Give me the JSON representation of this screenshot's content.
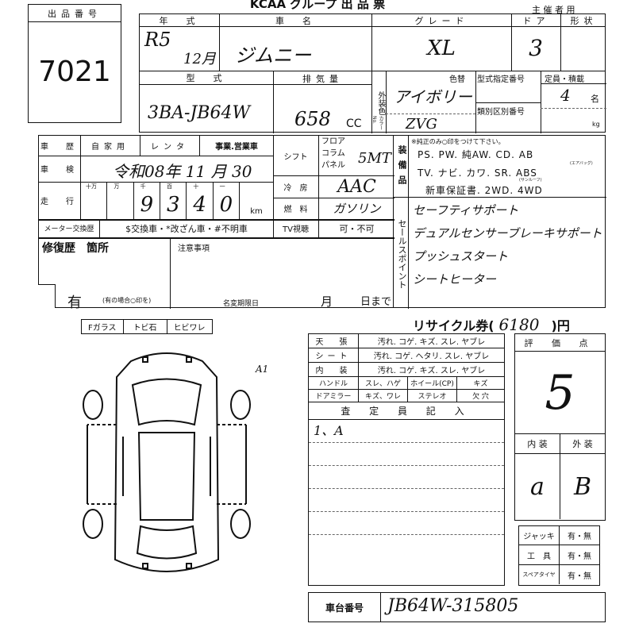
{
  "title": "KCAA グループ 出 品 票",
  "organizer_use": "主 催 者 用",
  "lot": {
    "label": "出品番号",
    "value": "7021"
  },
  "top": {
    "year_label": "年　式",
    "year_value": "R5",
    "year_month": "12月",
    "name_label": "車　名",
    "name_value": "ジムニー",
    "grade_label": "グレード",
    "grade_value": "XL",
    "door_label": "ドア",
    "door_value": "3",
    "shape_label": "形状",
    "model_label": "型　式",
    "model_value": "3BA-JB64W",
    "disp_label": "排気量",
    "disp_value": "658",
    "disp_unit": "CC",
    "color_label": "外装色",
    "color_no_label": "カラーNo.",
    "color_change": "色替",
    "color_value": "アイボリー",
    "color_no": "ZVG",
    "type_no_label": "型式指定番号",
    "class_no_label": "類別区別番号",
    "capacity_label": "定員・積載",
    "capacity_value": "4",
    "capacity_unit": "名",
    "load_unit": "kg"
  },
  "history": {
    "label": "車　歴",
    "options": [
      "自家用",
      "レンタ",
      "事業.営業車"
    ]
  },
  "inspection": {
    "label": "車　検",
    "value": "令和08年 11 月 30"
  },
  "mileage": {
    "label": "走　行",
    "units": [
      "十万",
      "万",
      "千",
      "百",
      "十",
      "一"
    ],
    "digits": [
      "",
      "",
      "9",
      "3",
      "4",
      "0"
    ],
    "unit": "km"
  },
  "meter": {
    "label": "メーター交換歴",
    "options": "$交換車・*改ざん車・#不明車"
  },
  "shift": {
    "label": "シフト",
    "options": [
      "フロア",
      "コラム",
      "パネル"
    ],
    "value": "5MT"
  },
  "ac": {
    "label": "冷　房",
    "value": "AAC"
  },
  "fuel": {
    "label": "燃　料",
    "value": "ガソリン"
  },
  "tv": {
    "label": "TV視聴",
    "options": "可・不可"
  },
  "repair": {
    "label": "修復歴　箇所",
    "yes": "有",
    "note": "(有の場合○印を)"
  },
  "caution": {
    "label": "注意事項",
    "deadline": "名変期限日",
    "month": "月",
    "day": "日まで"
  },
  "equipment": {
    "label": "装備品",
    "note": "※純正のみ○印をつけて下さい。",
    "line1": "PS. PW. 純AW. CD. AB",
    "line2": "TV. ナビ. カワ. SR. ABS",
    "line3": "新車保証書. 2WD. 4WD",
    "sub_ab": "(エアバッグ)",
    "sub_sr": "(サンルーフ)"
  },
  "sales_points": {
    "label": "セールスポイント",
    "items": [
      "セーフティサポート",
      "デュアルセンサーブレーキサポート",
      "プッシュスタート",
      "シートヒーター"
    ]
  },
  "glass": [
    "Fガラス",
    "トビ石",
    "ヒビワレ"
  ],
  "car_mark": "A1",
  "recycle": {
    "label": "リサイクル券(",
    "value": "6180",
    "unit": ")円"
  },
  "interior": [
    {
      "label": "天　張",
      "values": "汚れ. コゲ. キズ. スレ. ヤブレ"
    },
    {
      "label": "シート",
      "values": "汚れ. コゲ. ヘタリ. スレ. ヤブレ"
    },
    {
      "label": "内　装",
      "values": "汚れ. コゲ. キズ. スレ. ヤブレ"
    }
  ],
  "handle": {
    "label": "ハンドル",
    "v1": "スレ、ハゲ",
    "v2": "ホイール(CP)",
    "v3": "キズ"
  },
  "mirror": {
    "label": "ドアミラー",
    "v1": "キズ、ワレ",
    "v2": "ステレオ",
    "v3": "欠 穴"
  },
  "inspector": {
    "label": "査 定 員 記 入",
    "notes": [
      "1、A"
    ]
  },
  "score": {
    "label": "評 価 点",
    "value": "5",
    "interior_label": "内 装",
    "exterior_label": "外 装",
    "interior": "a",
    "exterior": "B"
  },
  "accessories": [
    {
      "label": "ジャッキ",
      "value": "有・無"
    },
    {
      "label": "工　具",
      "value": "有・無"
    },
    {
      "label": "スペアタイヤ",
      "value": "有・無"
    }
  ],
  "chassis": {
    "label": "車台番号",
    "value": "JB64W-315805"
  }
}
